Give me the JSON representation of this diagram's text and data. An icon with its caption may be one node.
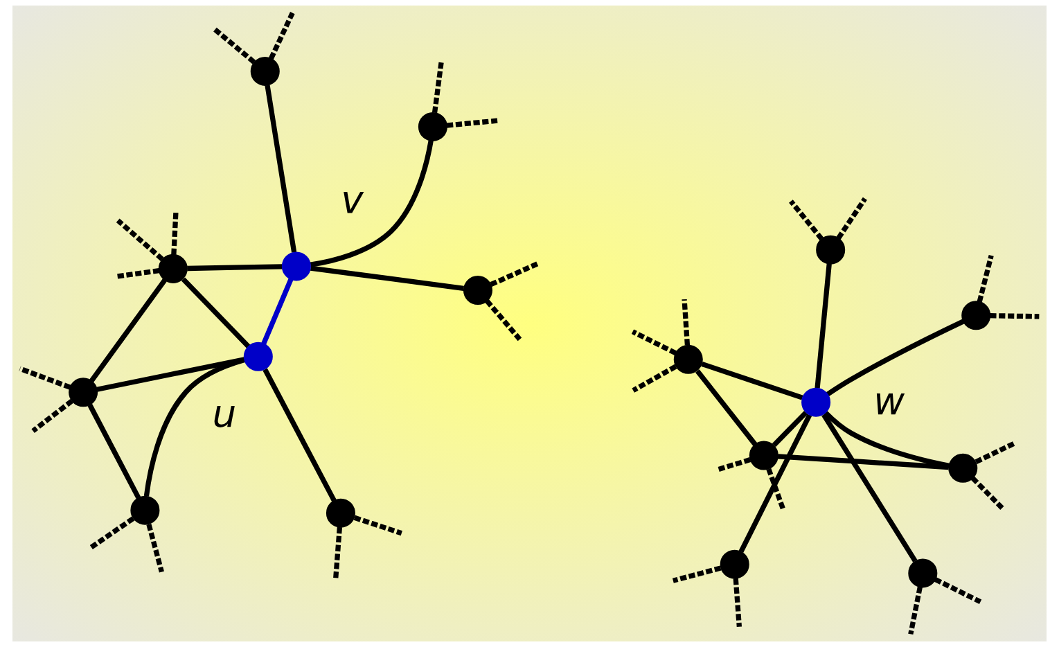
{
  "diagram": {
    "nodes": [
      {
        "text": [],
        "shape": "circle"
      },
      {
        "text": [],
        "shape": "circle"
      },
      {
        "text": [],
        "shape": "circle",
        "beside": [
          "u"
        ]
      },
      {
        "text": [],
        "shape": "circle"
      },
      {
        "text": [],
        "shape": "circle"
      },
      {
        "text": [],
        "shape": "circle"
      },
      {
        "text": [],
        "shape": "circle",
        "beside": [
          "v"
        ]
      },
      {
        "text": [],
        "shape": "circle"
      },
      {
        "text": [],
        "shape": "circle"
      },
      {
        "text": [],
        "shape": "circle"
      },
      {
        "text": [],
        "shape": "circle"
      },
      {
        "text": [],
        "shape": "circle"
      },
      {
        "text": [],
        "shape": "circle"
      },
      {
        "text": [],
        "shape": "circle",
        "beside": [
          "w"
        ]
      },
      {
        "text": [],
        "shape": "circle"
      },
      {
        "text": [],
        "shape": "circle"
      },
      {
        "text": [],
        "shape": "circle"
      }
    ],
    "edges": [
      {
        "from": 0,
        "to": 1,
        "arrow": "none"
      },
      {
        "from": 0,
        "to": 2,
        "arrow": "none"
      },
      {
        "from": 0,
        "to": 3,
        "arrow": "none"
      },
      {
        "from": 1,
        "to": 2,
        "arrow": "none"
      },
      {
        "from": 2,
        "to": 3,
        "arrow": "none"
      },
      {
        "from": 2,
        "to": 4,
        "arrow": "none"
      },
      {
        "from": 2,
        "to": 6,
        "arrow": "none",
        "color": "#0000c8"
      },
      {
        "from": 3,
        "to": 6,
        "arrow": "none"
      },
      {
        "from": 6,
        "to": 5,
        "arrow": "none"
      },
      {
        "from": 6,
        "to": 7,
        "arrow": "none"
      },
      {
        "from": 6,
        "to": 8,
        "arrow": "none"
      },
      {
        "from": 0,
        "to": null,
        "arrow": "none",
        "style": "dashed"
      },
      {
        "from": 0,
        "to": null,
        "arrow": "none",
        "style": "dashed"
      },
      {
        "from": 1,
        "to": null,
        "arrow": "none",
        "style": "dashed"
      },
      {
        "from": 1,
        "to": null,
        "arrow": "none",
        "style": "dashed"
      },
      {
        "from": 3,
        "to": null,
        "arrow": "none",
        "style": "dashed"
      },
      {
        "from": 3,
        "to": null,
        "arrow": "none",
        "style": "dashed"
      },
      {
        "from": 3,
        "to": null,
        "arrow": "none",
        "style": "dashed"
      },
      {
        "from": 4,
        "to": null,
        "arrow": "none",
        "style": "dashed"
      },
      {
        "from": 4,
        "to": null,
        "arrow": "none",
        "style": "dashed"
      },
      {
        "from": 5,
        "to": null,
        "arrow": "none",
        "style": "dashed"
      },
      {
        "from": 5,
        "to": null,
        "arrow": "none",
        "style": "dashed"
      },
      {
        "from": 7,
        "to": null,
        "arrow": "none",
        "style": "dashed"
      },
      {
        "from": 7,
        "to": null,
        "arrow": "none",
        "style": "dashed"
      },
      {
        "from": 8,
        "to": null,
        "arrow": "none",
        "style": "dashed"
      },
      {
        "from": 8,
        "to": null,
        "arrow": "none",
        "style": "dashed"
      },
      {
        "from": 9,
        "to": 10,
        "arrow": "none"
      },
      {
        "from": 9,
        "to": 11,
        "arrow": "none"
      },
      {
        "from": 9,
        "to": 13,
        "arrow": "none"
      },
      {
        "from": 10,
        "to": 13,
        "arrow": "none"
      },
      {
        "from": 11,
        "to": 13,
        "arrow": "none"
      },
      {
        "from": 13,
        "to": 12,
        "arrow": "none"
      },
      {
        "from": 13,
        "to": 14,
        "arrow": "none"
      },
      {
        "from": 13,
        "to": 15,
        "arrow": "none"
      },
      {
        "from": 13,
        "to": 16,
        "arrow": "none"
      },
      {
        "from": 9,
        "to": null,
        "arrow": "none",
        "style": "dashed"
      },
      {
        "from": 9,
        "to": null,
        "arrow": "none",
        "style": "dashed"
      },
      {
        "from": 10,
        "to": null,
        "arrow": "none",
        "style": "dashed"
      },
      {
        "from": 10,
        "to": null,
        "arrow": "none",
        "style": "dashed"
      },
      {
        "from": 11,
        "to": null,
        "arrow": "none",
        "style": "dashed"
      },
      {
        "from": 11,
        "to": null,
        "arrow": "none",
        "style": "dashed"
      },
      {
        "from": 11,
        "to": null,
        "arrow": "none",
        "style": "dashed"
      },
      {
        "from": 12,
        "to": null,
        "arrow": "none",
        "style": "dashed"
      },
      {
        "from": 12,
        "to": null,
        "arrow": "none",
        "style": "dashed"
      },
      {
        "from": 14,
        "to": null,
        "arrow": "none",
        "style": "dashed"
      },
      {
        "from": 14,
        "to": null,
        "arrow": "none",
        "style": "dashed"
      },
      {
        "from": 15,
        "to": null,
        "arrow": "none",
        "style": "dashed"
      },
      {
        "from": 15,
        "to": null,
        "arrow": "none",
        "style": "dashed"
      },
      {
        "from": 16,
        "to": null,
        "arrow": "none",
        "style": "dashed"
      },
      {
        "from": 16,
        "to": null,
        "arrow": "none",
        "style": "dashed"
      }
    ]
  }
}
